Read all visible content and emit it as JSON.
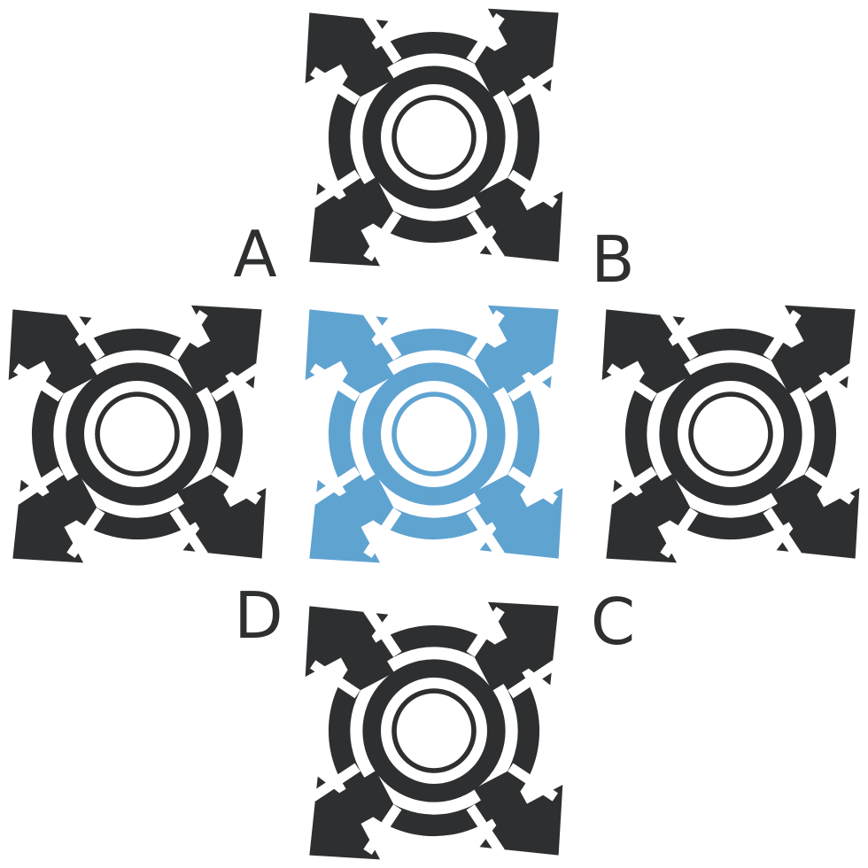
{
  "colors": {
    "background": "#ffffff",
    "dark": "#2e2f30",
    "accent": "#5fa3d1"
  },
  "nodes": [
    {
      "id": "top",
      "icon": "four-way-arrows-target-icon",
      "color": "dark"
    },
    {
      "id": "left",
      "icon": "four-way-arrows-target-icon",
      "color": "dark"
    },
    {
      "id": "center",
      "icon": "four-way-arrows-target-icon",
      "color": "accent"
    },
    {
      "id": "right",
      "icon": "four-way-arrows-target-icon",
      "color": "dark"
    },
    {
      "id": "bottom",
      "icon": "four-way-arrows-target-icon",
      "color": "dark"
    }
  ],
  "labels": {
    "a": "A",
    "b": "B",
    "c": "C",
    "d": "D"
  }
}
